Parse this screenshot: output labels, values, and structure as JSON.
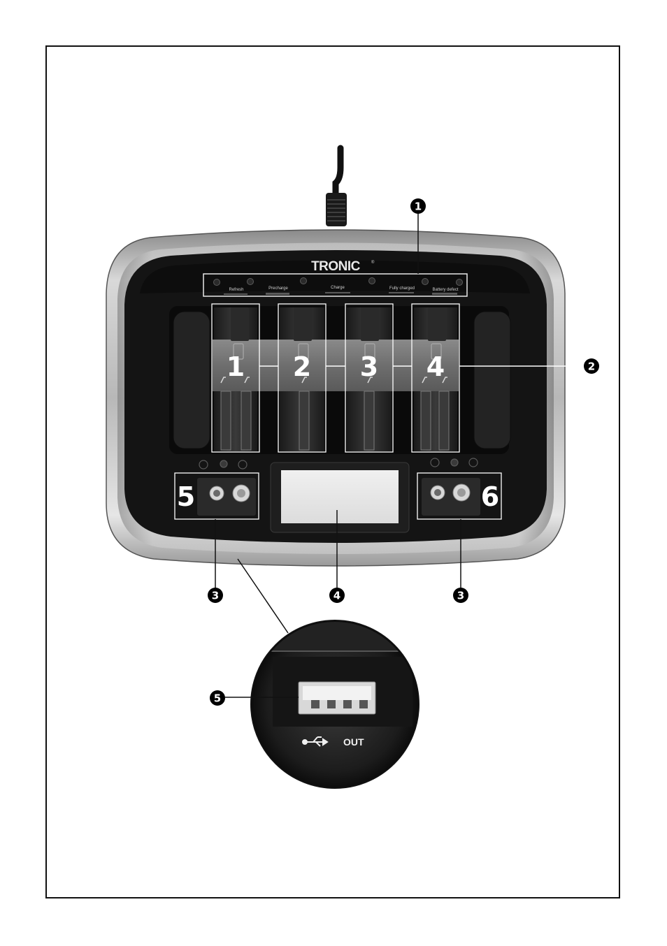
{
  "device": {
    "brand": "TRONIC",
    "brand_mark": "®",
    "led_labels": [
      "Refresh",
      "Precharge",
      "Charge",
      "Fully charged",
      "Battery defect"
    ],
    "slot_labels": [
      "1",
      "2",
      "3",
      "4"
    ],
    "nine_volt_labels": [
      "5",
      "6"
    ],
    "usb_label": "OUT"
  },
  "callouts": [
    "1",
    "2",
    "3",
    "3",
    "4",
    "5"
  ]
}
